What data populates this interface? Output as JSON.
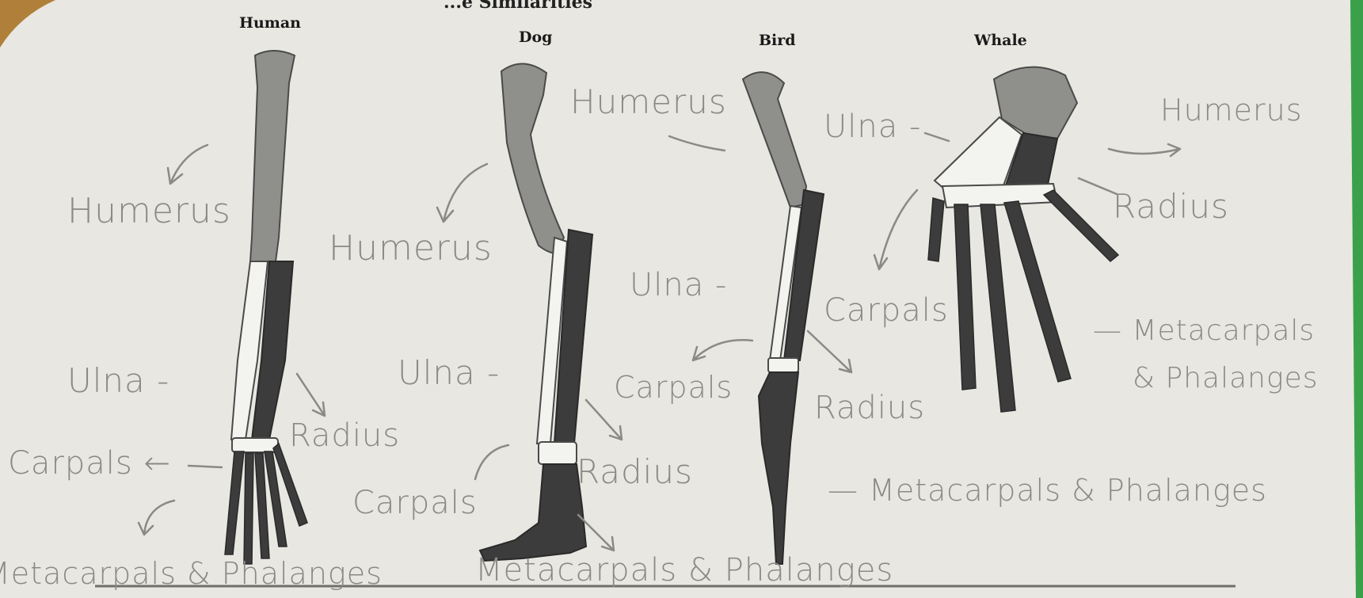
{
  "title": "...e Similarities",
  "animals": [
    {
      "name": "Human"
    },
    {
      "name": "Dog"
    },
    {
      "name": "Bird"
    },
    {
      "name": "Whale"
    }
  ],
  "labels": {
    "human": {
      "humerus": "Humerus",
      "ulna": "Ulna -",
      "radius": "Radius",
      "carpals": "Carpals ←",
      "metacarpals": "Metacarpals & Phalanges"
    },
    "dog": {
      "humerus": "Humerus",
      "ulna": "Ulna -",
      "radius": "Radius",
      "carpals": "Carpals",
      "metacarpals": "Metacarpals & Phalanges"
    },
    "bird": {
      "humerus": "Humerus",
      "ulna": "Ulna -",
      "radius": "Radius",
      "carpals": "Carpals",
      "metacarpals": "— Metacarpals & Phalanges"
    },
    "whale": {
      "humerus": "Humerus",
      "ulna": "Ulna -",
      "radius": "Radius",
      "carpals": "Carpals",
      "metacarpals_1": "— Metacarpals",
      "metacarpals_2": "& Phalanges"
    }
  },
  "colors": {
    "paper": "#e8e7e1",
    "desk": "#b0803a",
    "green_edge": "#3aa14a",
    "bone_light": "#f3f3ef",
    "bone_mid": "#8f8f8b",
    "bone_dark": "#3c3c3c",
    "handwriting": "#8a8a86"
  }
}
